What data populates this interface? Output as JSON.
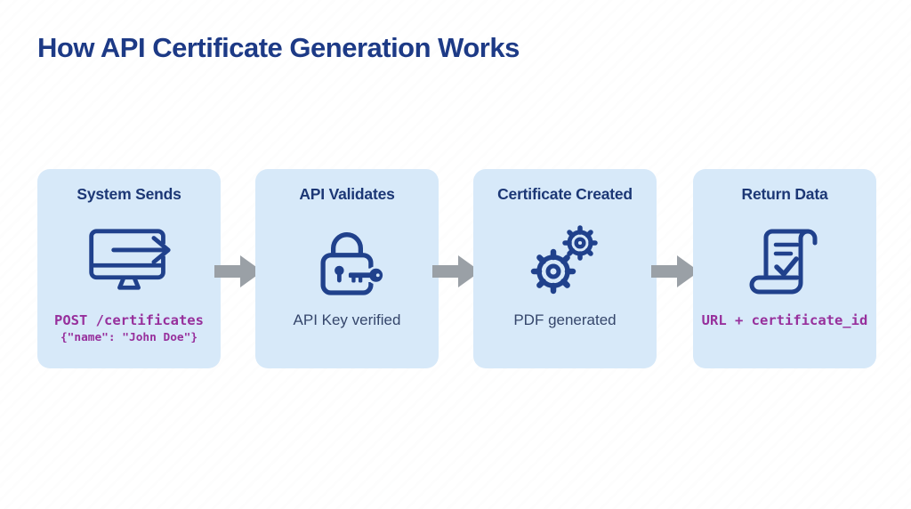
{
  "page_title": "How API Certificate Generation Works",
  "steps": [
    {
      "title": "System Sends",
      "icon": "monitor-send-icon",
      "caption": {
        "type": "code",
        "lines": [
          "POST /certificates",
          "{\"name\": \"John Doe\"}"
        ]
      }
    },
    {
      "title": "API Validates",
      "icon": "lock-key-icon",
      "caption": {
        "type": "text",
        "lines": [
          "API Key verified"
        ]
      }
    },
    {
      "title": "Certificate Created",
      "icon": "gears-icon",
      "caption": {
        "type": "text",
        "lines": [
          "PDF generated"
        ]
      }
    },
    {
      "title": "Return Data",
      "icon": "scroll-check-icon",
      "caption": {
        "type": "code",
        "lines": [
          "URL + certificate_id"
        ]
      }
    }
  ],
  "connectors": [
    {
      "icon": "arrow-right-icon"
    },
    {
      "icon": "arrow-right-icon"
    },
    {
      "icon": "arrow-right-icon"
    }
  ],
  "colors": {
    "page_bg": "#ffffff",
    "title_navy": "#1d3a86",
    "header_navy": "#1c3775",
    "icon_navy": "#20418c",
    "box_bg": "#d7e9f9",
    "caption_slate": "#35466b",
    "code_purple": "#97309c",
    "arrow_gray": "#9aa0a6"
  }
}
